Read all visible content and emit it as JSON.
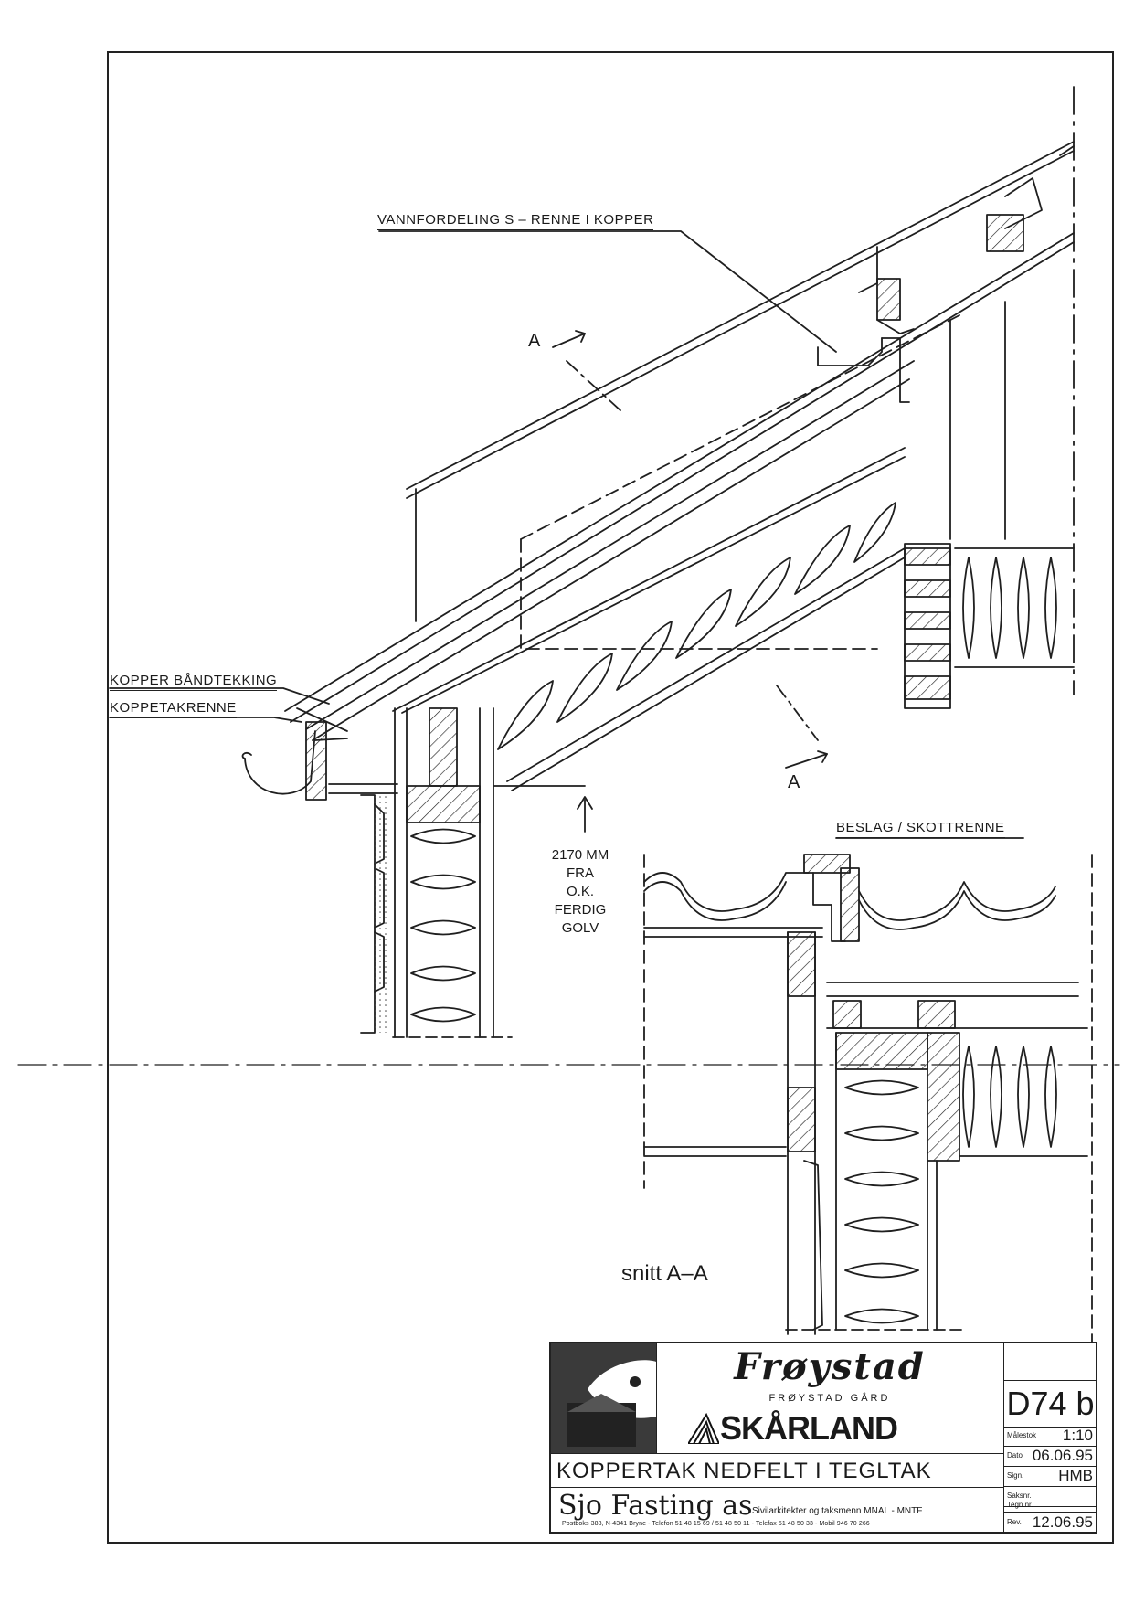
{
  "labels": {
    "gutter_channel": "VANNFORDELING S  –  RENNE  I  KOPPER",
    "copper_strip": "KOPPER  BÅNDTEKKING",
    "eaves_gutter": "KOPPETAKRENNE",
    "flashing": "BESLAG / SKOTTRENNE",
    "section_a_top": "A",
    "section_a_bottom": "A",
    "height_note": [
      "2170  MM",
      "FRA",
      "O.K.  FERDIG",
      "GOLV"
    ],
    "section_title": "snitt  A–A"
  },
  "title_block": {
    "brand_main": "Frøystad",
    "brand_sub": "FRØYSTAD  GÅRD",
    "brand_skar": "SKÅRLAND",
    "drawing_number": "D74 b",
    "rows": [
      {
        "key": "Målestok",
        "value": "1:10"
      },
      {
        "key": "Dato",
        "value": "06.06.95"
      },
      {
        "key": "Sign.",
        "value": "HMB"
      },
      {
        "key": "Saksnr.",
        "value": ""
      },
      {
        "key": "Tegn.nr.",
        "value": ""
      },
      {
        "key": "Rev.",
        "value": "12.06.95"
      }
    ],
    "title": "KOPPERTAK  NEDFELT  I   TEGLTAK",
    "firm": "Sjo Fasting as",
    "firm_desc": "Sivilarkitekter og taksmenn MNAL - MNTF",
    "address": "Postboks 388, N-4341 Bryne - Telefon 51 48 15 69 / 51 48 50 11 - Telefax 51 48 50 33 - Mobil 946 70 266"
  }
}
